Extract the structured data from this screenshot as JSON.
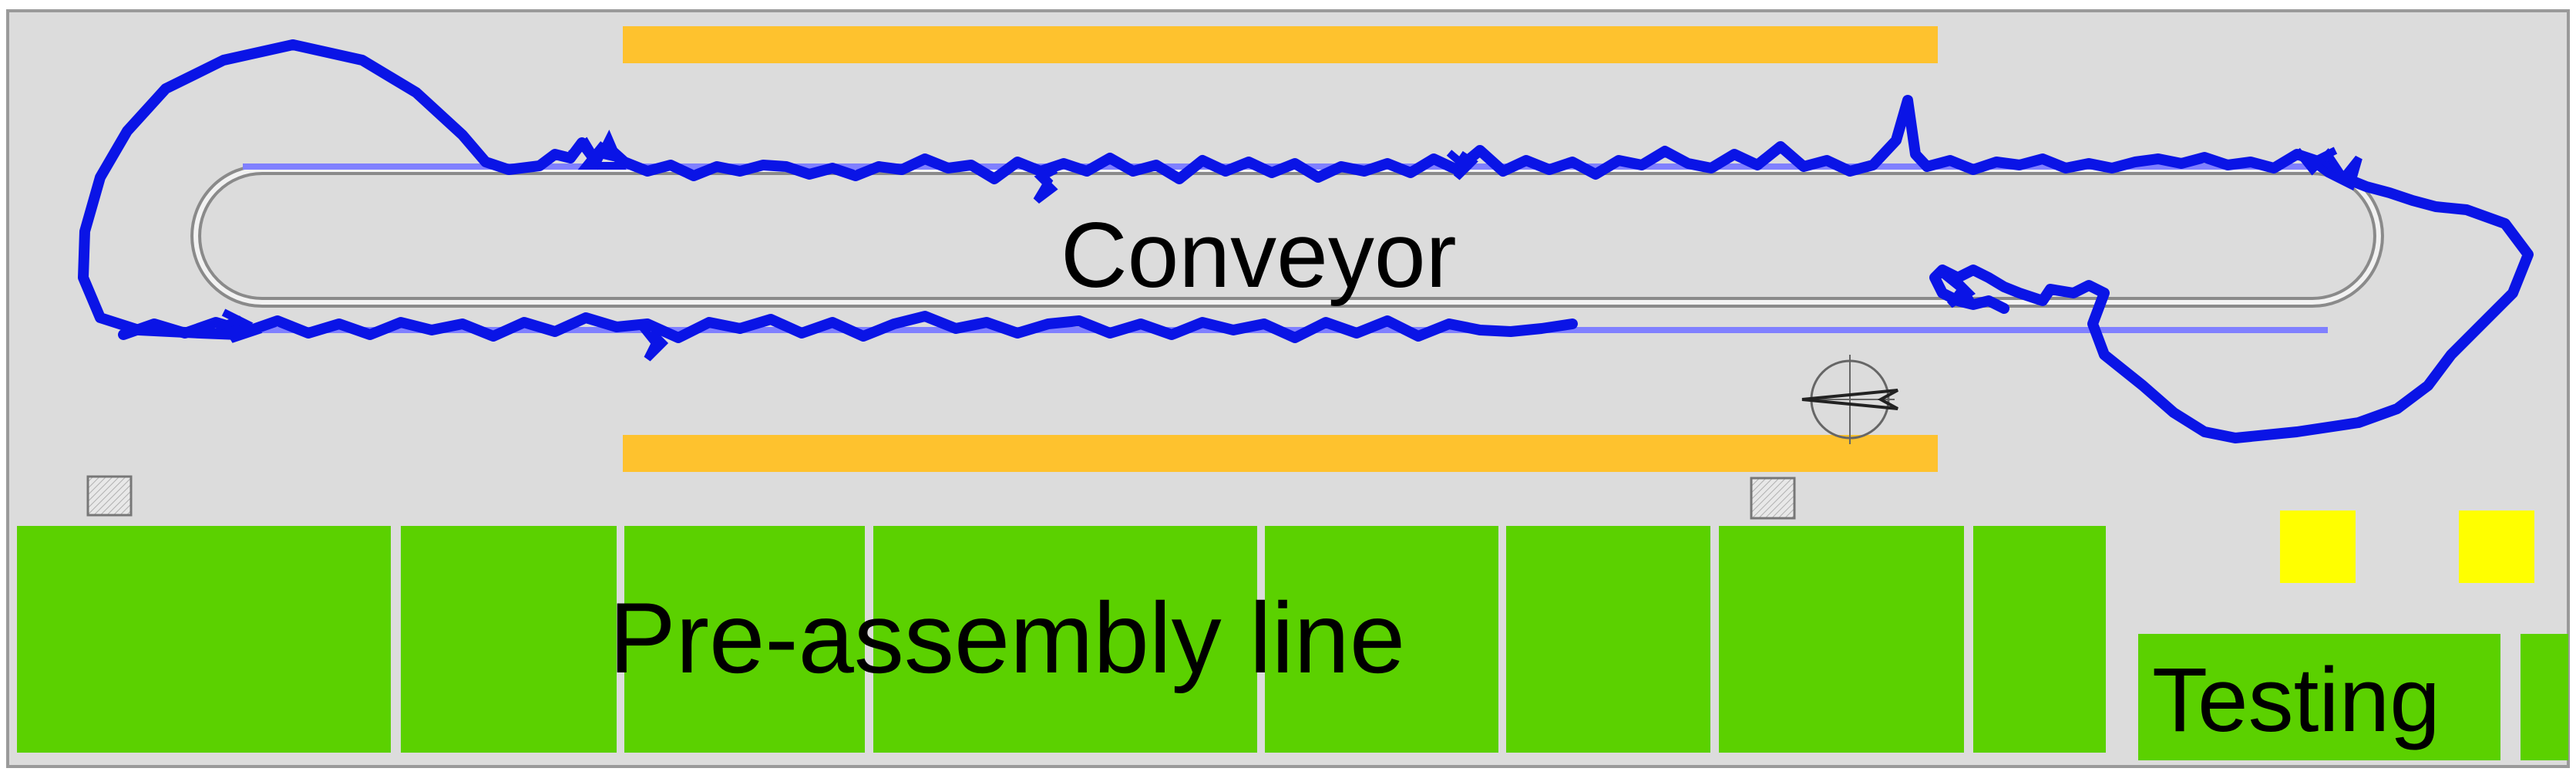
{
  "labels": {
    "conveyor": "Conveyor",
    "preassembly": "Pre-assembly line",
    "testing": "Testing"
  },
  "colors": {
    "floor": "#dcdcdc",
    "border": "#9a9a9a",
    "conveyor_bar": "#fec22e",
    "line_cell": "#5bd100",
    "trajectory": "#0a14e6",
    "marker": "#ffff00",
    "belt_guide": "#8080ff"
  },
  "icons": [
    "compass-icon",
    "station-marker-icon"
  ]
}
